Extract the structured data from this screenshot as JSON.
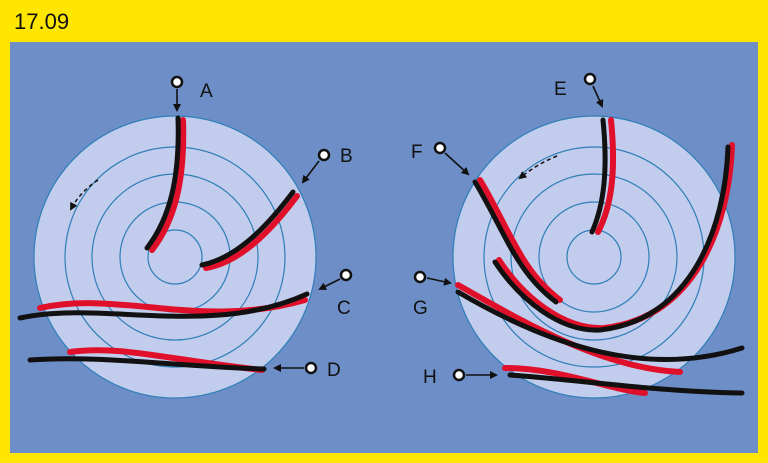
{
  "header": {
    "code": "17.09"
  },
  "labels": {
    "a": "A",
    "b": "B",
    "c": "C",
    "d": "D",
    "e": "E",
    "f": "F",
    "g": "G",
    "h": "H"
  },
  "colors": {
    "frame": "#ffe600",
    "panel": "#6e8ec8",
    "disc": "#c2ccec",
    "rings": "#2f7fb8",
    "track_red": "#e0102a",
    "track_black": "#111111"
  }
}
